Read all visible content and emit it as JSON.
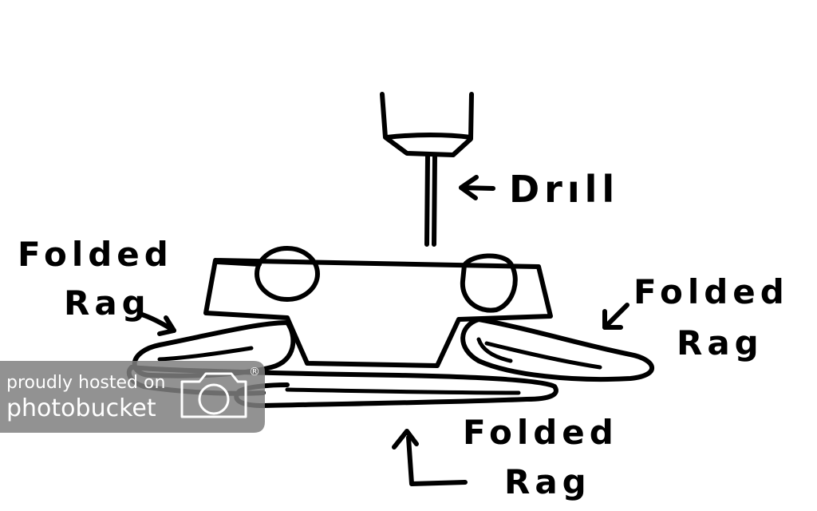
{
  "labels": {
    "drill": "Drıll",
    "rag_top_left": {
      "line1": "Folded",
      "line2": "Rag"
    },
    "rag_right": {
      "line1": "Folded",
      "line2": "Rag"
    },
    "rag_bottom": {
      "line1": "Folded",
      "line2": "Rag"
    }
  },
  "watermark": {
    "line1": "proudly hosted on",
    "line2": "photobucket",
    "registered_mark": "®",
    "icon": "camera-icon"
  },
  "colors": {
    "ink": "#000000",
    "background": "#ffffff",
    "watermark_bg": "#7f7f7f",
    "watermark_text": "#ffffff"
  }
}
